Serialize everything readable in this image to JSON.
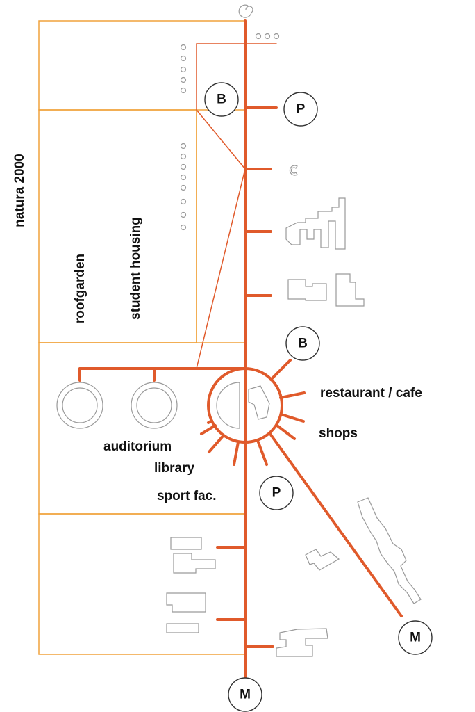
{
  "labels": {
    "natura": "natura 2000",
    "roofgarden": "roofgarden",
    "student_housing": "student housing",
    "restaurant": "restaurant / cafe",
    "shops": "shops",
    "auditorium": "auditorium",
    "library": "library",
    "sport": "sport fac."
  },
  "nodes": {
    "bus_top": "B",
    "parking_top": "P",
    "bus_hub": "B",
    "parking_bottom": "P",
    "metro_right": "M",
    "metro_bottom": "M"
  },
  "colors": {
    "spine": "#e05a2b",
    "zone_outline": "#f0a23c",
    "building_outline": "#9a9a9a",
    "text": "#111111"
  }
}
